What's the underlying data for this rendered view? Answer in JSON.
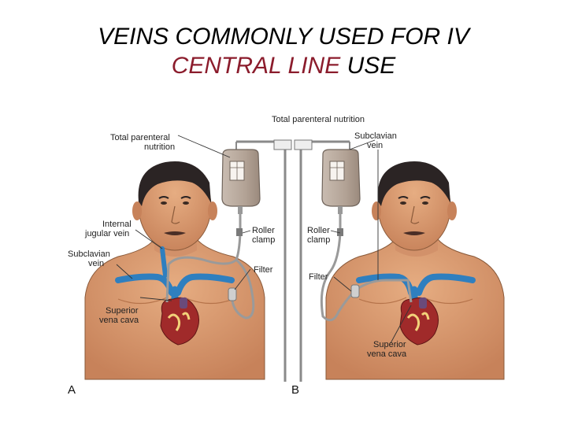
{
  "title": {
    "line1": "VEINS COMMONLY USED FOR IV",
    "line2_accent": "CENTRAL LINE",
    "line2_rest": " USE",
    "accent_color": "#8b1c2c"
  },
  "figure": {
    "top_label": "Total parenteral nutrition",
    "panel_a": {
      "letter": "A",
      "labels": {
        "tpn_1": "Total parenteral",
        "tpn_2": "nutrition",
        "jugular_1": "Internal",
        "jugular_2": "jugular vein",
        "subclavian_1": "Subclavian",
        "subclavian_2": "vein",
        "svc_1": "Superior",
        "svc_2": "vena cava",
        "roller_1": "Roller",
        "roller_2": "clamp",
        "filter": "Filter"
      }
    },
    "panel_b": {
      "letter": "B",
      "labels": {
        "subclavian_1": "Subclavian",
        "subclavian_2": "vein",
        "roller_1": "Roller",
        "roller_2": "clamp",
        "filter": "Filter",
        "svc_1": "Superior",
        "svc_2": "vena cava"
      }
    },
    "colors": {
      "skin": "#d99a6c",
      "skin_shadow": "#b5734a",
      "hair": "#2b2424",
      "vein": "#2f7fbf",
      "heart": "#a02a2a",
      "bag": "#b7a79a",
      "pole": "#8a8a8a"
    }
  }
}
